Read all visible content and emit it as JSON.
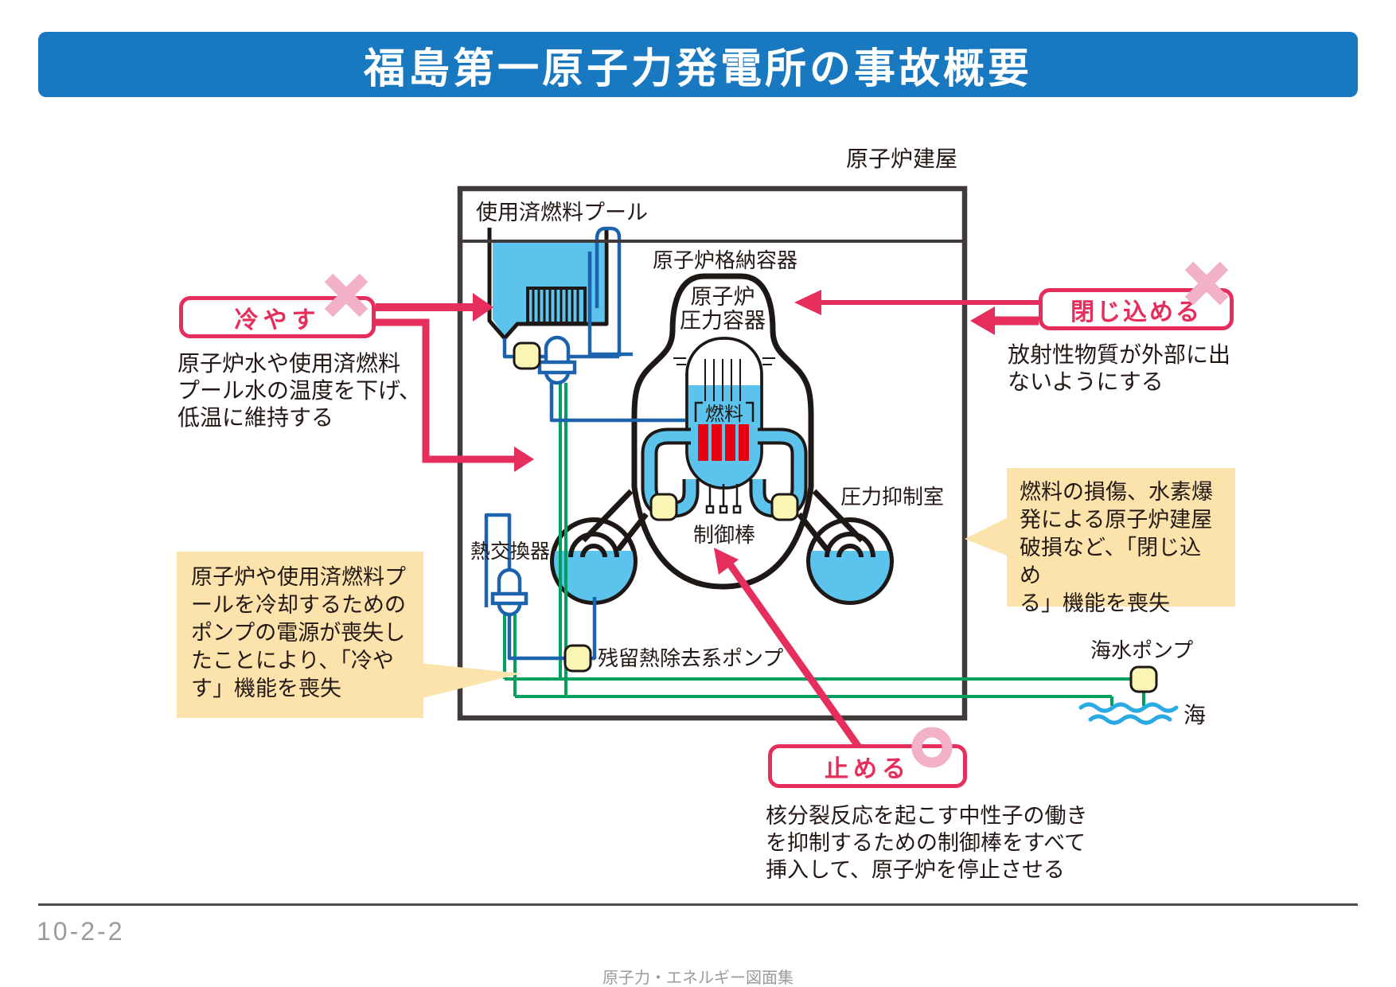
{
  "page": {
    "title": "福島第一原子力発電所の事故概要"
  },
  "colors": {
    "banner_blue": "#1879c1",
    "accent_red": "#e62e5c",
    "pink": "#f2b0c9",
    "water_blue": "#5bc3ec",
    "pipe_blue": "#1c63ae",
    "pipe_green": "#00a15e",
    "pump_yellow": "#faf5b5",
    "callout_orange": "#fbe3ab",
    "fuel_red": "#e60012",
    "ink": "#1d1715",
    "building_gray": "#403b3a",
    "text": "#231815",
    "muted": "#9b9b9b"
  },
  "diagram": {
    "building_label": "原子炉建屋",
    "spent_fuel_pool_label": "使用済燃料プール",
    "containment_label": "原子炉格納容器",
    "pressure_vessel_label": "原子炉\n圧力容器",
    "fuel_label": "燃料",
    "control_rod_label": "制御棒",
    "suppression_chamber_label": "圧力抑制室",
    "heat_exchanger_label": "熱交換器",
    "rhr_pump_label": "残留熱除去系ポンプ",
    "seawater_pump_label": "海水ポンプ",
    "sea_label": "海"
  },
  "functions": {
    "cool": {
      "label": "冷やす",
      "status_mark": "✕",
      "description": "原子炉水や使用済燃料\nプール水の温度を下げ、\n低温に維持する"
    },
    "contain": {
      "label": "閉じ込める",
      "status_mark": "✕",
      "description": "放射性物質が外部に出\nないようにする"
    },
    "stop": {
      "label": "止める",
      "status_mark": "○",
      "description": "核分裂反応を起こす中性子の働き\nを抑制するための制御棒をすべて\n挿入して、原子炉を停止させる"
    }
  },
  "callouts": {
    "cool_lost": "原子炉や使用済燃料プ\nールを冷却するための\nポンプの電源が喪失し\nたことにより、「冷や\nす」機能を喪失",
    "contain_lost": "燃料の損傷、水素爆\n発による原子炉建屋\n破損など、「閉じ込め\nる」機能を喪失"
  },
  "footer": {
    "page_number": "10-2-2",
    "source": "原子力・エネルギー図面集"
  }
}
